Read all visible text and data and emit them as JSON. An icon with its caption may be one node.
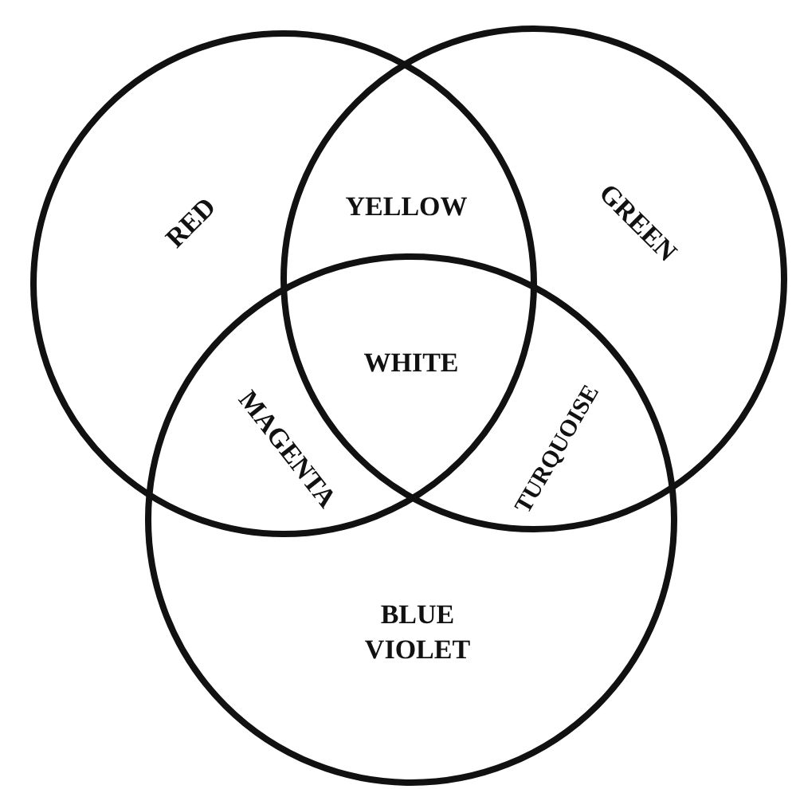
{
  "diagram": {
    "nodes": [
      {
        "text": [
          "RED"
        ]
      },
      {
        "text": [
          "GREEN"
        ]
      },
      {
        "text": [
          "BLUE VIOLET"
        ]
      }
    ],
    "edges": [],
    "labels": [
      "YELLOW",
      "MAGENTA",
      "WHITE",
      "TURQUOISE"
    ]
  }
}
